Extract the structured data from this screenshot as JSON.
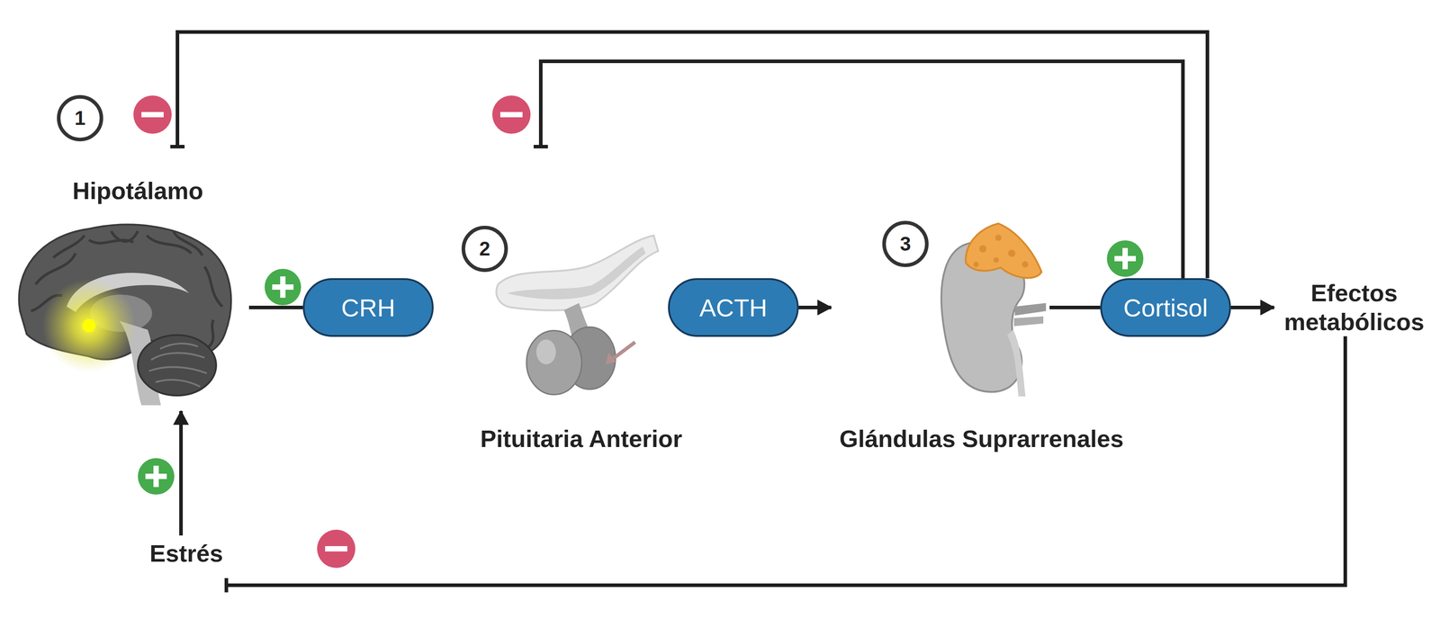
{
  "diagram": {
    "nodes": [
      {
        "text": [
          "Hipotálamo"
        ]
      },
      {
        "text": [
          "CRH"
        ]
      },
      {
        "text": [
          "Pituitaria Anterior"
        ]
      },
      {
        "text": [
          "ACTH"
        ]
      },
      {
        "text": [
          "Glándulas Suprarrenales"
        ]
      },
      {
        "text": [
          "Cortisol"
        ]
      },
      {
        "text": [
          "Efectos metabólicos"
        ]
      },
      {
        "text": [
          "Estrés"
        ]
      }
    ],
    "edges": [
      {
        "from": 0,
        "to": 1,
        "arrow": "none"
      },
      {
        "from": 3,
        "to": 4,
        "arrow": "to"
      },
      {
        "from": 4,
        "to": 5,
        "arrow": "none"
      },
      {
        "from": 5,
        "to": 6,
        "arrow": "to"
      },
      {
        "from": 5,
        "to": 0,
        "arrow": "to"
      },
      {
        "from": 5,
        "to": 2,
        "arrow": "to"
      },
      {
        "from": 6,
        "to": 7,
        "arrow": "to"
      },
      {
        "from": 7,
        "to": 0,
        "arrow": "to"
      }
    ],
    "labels": [
      "1",
      "2",
      "3"
    ]
  }
}
